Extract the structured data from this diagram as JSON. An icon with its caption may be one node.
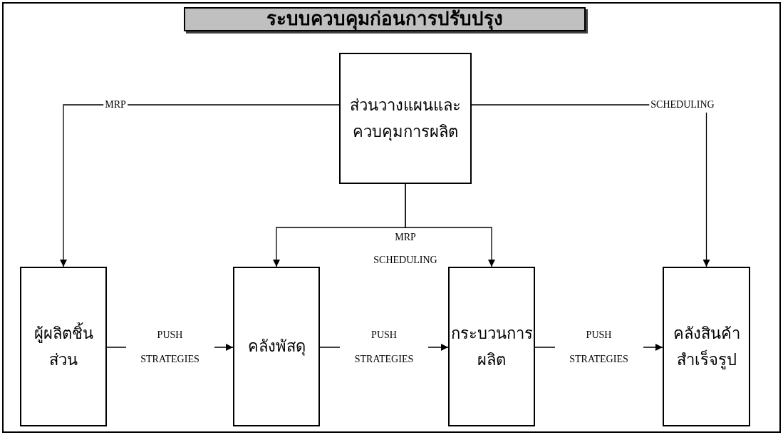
{
  "diagram": {
    "title": "ระบบควบคุมก่อนการปรับปรุง",
    "nodes": [
      {
        "text": [
          "ส่วนวางแผนและควบคุมการผลิต"
        ]
      },
      {
        "text": [
          "ผู้ผลิตชิ้นส่วน"
        ]
      },
      {
        "text": [
          "คลังพัสดุ"
        ]
      },
      {
        "text": [
          "กระบวนการผลิต"
        ]
      },
      {
        "text": [
          "คลังสินค้าสำเร็จรูป"
        ]
      }
    ],
    "edges": [
      {
        "from": 0,
        "to": 1,
        "arrow": "to",
        "label": "MRP"
      },
      {
        "from": 0,
        "to": 4,
        "arrow": "to",
        "label": "SCHEDULING"
      },
      {
        "from": 0,
        "to": 2,
        "arrow": "to",
        "label": "MRP"
      },
      {
        "from": 0,
        "to": 3,
        "arrow": "to",
        "label": "SCHEDULING"
      },
      {
        "from": 1,
        "to": 2,
        "arrow": "to",
        "label": "PUSH STRATEGIES"
      },
      {
        "from": 2,
        "to": 3,
        "arrow": "to",
        "label": "PUSH STRATEGIES"
      },
      {
        "from": 3,
        "to": 4,
        "arrow": "to",
        "label": "PUSH STRATEGIES"
      }
    ]
  }
}
